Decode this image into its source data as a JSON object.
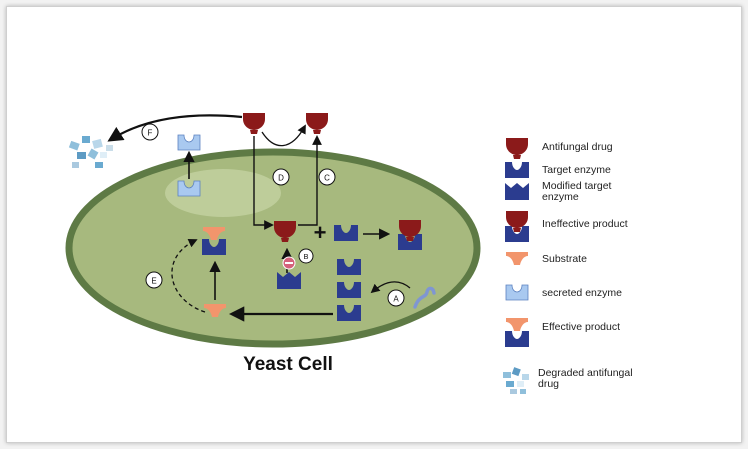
{
  "title": "Yeast Cell",
  "step_labels": {
    "a": "A",
    "b": "B",
    "c": "C",
    "d": "D",
    "e": "E",
    "f": "F"
  },
  "plus_sign": "+",
  "legend": [
    {
      "label": "Antifungal drug",
      "icon": "antifungal-drug-icon"
    },
    {
      "label": "Target enzyme",
      "icon": "target-enzyme-icon"
    },
    {
      "label": "Modified target\nenzyme",
      "icon": "modified-target-enzyme-icon"
    },
    {
      "label": "Ineffective product",
      "icon": "ineffective-product-icon"
    },
    {
      "label": "Substrate",
      "icon": "substrate-icon"
    },
    {
      "label": "secreted enzyme",
      "icon": "secreted-enzyme-icon"
    },
    {
      "label": "Effective product",
      "icon": "effective-product-icon"
    },
    {
      "label": "Degraded antifungal\ndrug",
      "icon": "degraded-drug-icon"
    }
  ],
  "colors": {
    "drug": "#8b1a1a",
    "enzyme": "#2b3c8f",
    "substrate": "#f2956c",
    "secreted": "#a9c9f0",
    "cell_fill": "#a7b97e",
    "cell_border": "#5e7a45",
    "pump": "#7f96d2"
  }
}
